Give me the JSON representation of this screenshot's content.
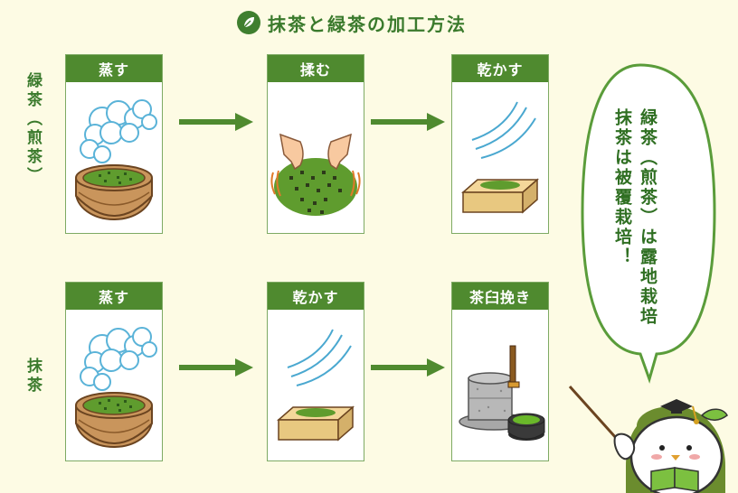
{
  "title": "抹茶と緑茶の加工方法",
  "rows": {
    "top_label": "緑茶（煎茶）",
    "bottom_label": "抹茶"
  },
  "steps": {
    "top": [
      "蒸す",
      "揉む",
      "乾かす"
    ],
    "bottom": [
      "蒸す",
      "乾かす",
      "茶臼挽き"
    ]
  },
  "bubble": {
    "line1": "緑茶（煎茶）は露地栽培",
    "line2": "抹茶は被覆栽培！"
  },
  "colors": {
    "accent": "#4f8a2f",
    "background": "#fdfbe4",
    "tea_green": "#5f9c2e"
  }
}
